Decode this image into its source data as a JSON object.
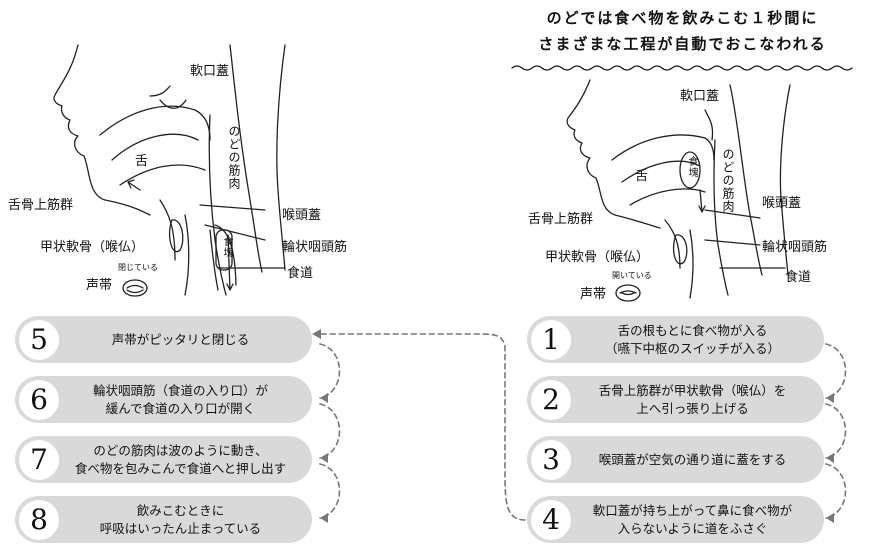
{
  "heading": {
    "line1": "のどでは食べ物を飲みこむ１秒間に",
    "line2": "さまざまな工程が自動でおこなわれる"
  },
  "left_diagram": {
    "soft_palate": "軟口蓋",
    "tongue": "舌",
    "throat_muscle": "のどの筋肉",
    "epiglottis": "喉頭蓋",
    "suprahyoid": "舌骨上筋群",
    "thyroid": "甲状軟骨（喉仏）",
    "cricopharyngeus": "輪状咽頭筋",
    "esophagus": "食道",
    "vocal_cords": "声帯",
    "closed_note": "閉じている",
    "bolus": "食塊"
  },
  "right_diagram": {
    "soft_palate": "軟口蓋",
    "tongue": "舌",
    "throat_muscle": "のどの筋肉",
    "epiglottis": "喉頭蓋",
    "suprahyoid": "舌骨上筋群",
    "thyroid": "甲状軟骨（喉仏）",
    "cricopharyngeus": "輪状咽頭筋",
    "esophagus": "食道",
    "vocal_cords": "声帯",
    "open_note": "開いている",
    "bolus": "食塊"
  },
  "steps": [
    {
      "num": "1",
      "line1": "舌の根もとに食べ物が入る",
      "line2": "（嚥下中枢のスイッチが入る）"
    },
    {
      "num": "2",
      "line1": "舌骨上筋群が甲状軟骨（喉仏）を",
      "line2": "上へ引っ張り上げる"
    },
    {
      "num": "3",
      "line1": "喉頭蓋が空気の通り道に蓋をする",
      "line2": ""
    },
    {
      "num": "4",
      "line1": "軟口蓋が持ち上がって鼻に食べ物が",
      "line2": "入らないように道をふさぐ"
    },
    {
      "num": "5",
      "line1": "声帯がピッタリと閉じる",
      "line2": ""
    },
    {
      "num": "6",
      "line1": "輪状咽頭筋（食道の入り口）が",
      "line2": "緩んで食道の入り口が開く"
    },
    {
      "num": "7",
      "line1": "のどの筋肉は波のように動き、",
      "line2": "食べ物を包みこんで食道へと押し出す"
    },
    {
      "num": "8",
      "line1": "飲みこむときに",
      "line2": "呼吸はいったん止まっている"
    }
  ]
}
